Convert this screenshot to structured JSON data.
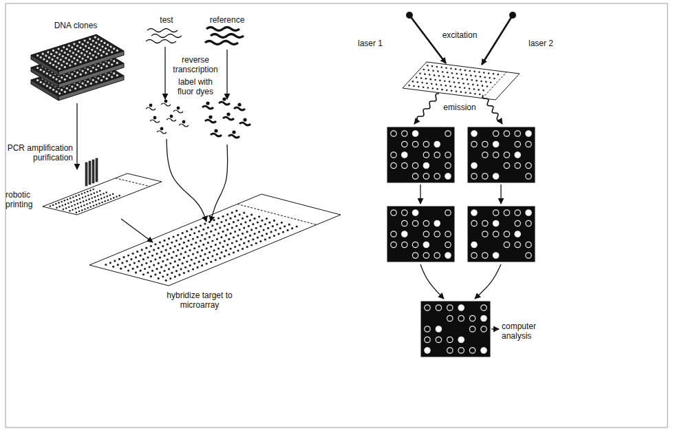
{
  "diagram": {
    "labels": [
      "DNA clones",
      "test",
      "reference",
      "excitation",
      "laser 1",
      "laser 2",
      "reverse transcription",
      "label with fluor dyes",
      "emission",
      "PCR amplification purification",
      "robotic printing",
      "hybridize target to microarray",
      "computer analysis"
    ]
  }
}
